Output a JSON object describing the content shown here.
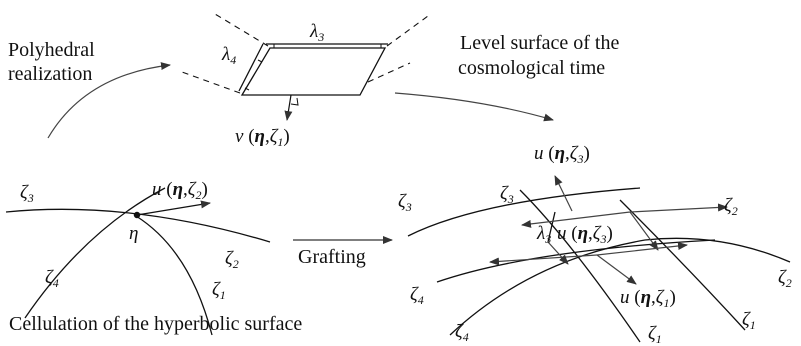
{
  "labels": {
    "polyhedral_line1": "Polyhedral",
    "polyhedral_line2": "realization",
    "level_line1": "Level surface of the",
    "level_line2": "cosmological time",
    "cellulation": "Cellulation of the hyperbolic surface",
    "grafting": "Grafting",
    "lambda3": "λ",
    "lambda3_sub": "3",
    "lambda4": "λ",
    "lambda4_sub": "4",
    "lambda3_right": "λ",
    "lambda3_right_sub": "3",
    "eta": "η",
    "v_vec": "v",
    "u_vec": "u",
    "eta_sym": "η",
    "zeta_sym": "ζ",
    "sub_1": "1",
    "sub_2": "2",
    "sub_3": "3",
    "sub_4": "4"
  },
  "colors": {
    "ink": "#111111",
    "arrow": "#444444",
    "background": "#ffffff"
  }
}
